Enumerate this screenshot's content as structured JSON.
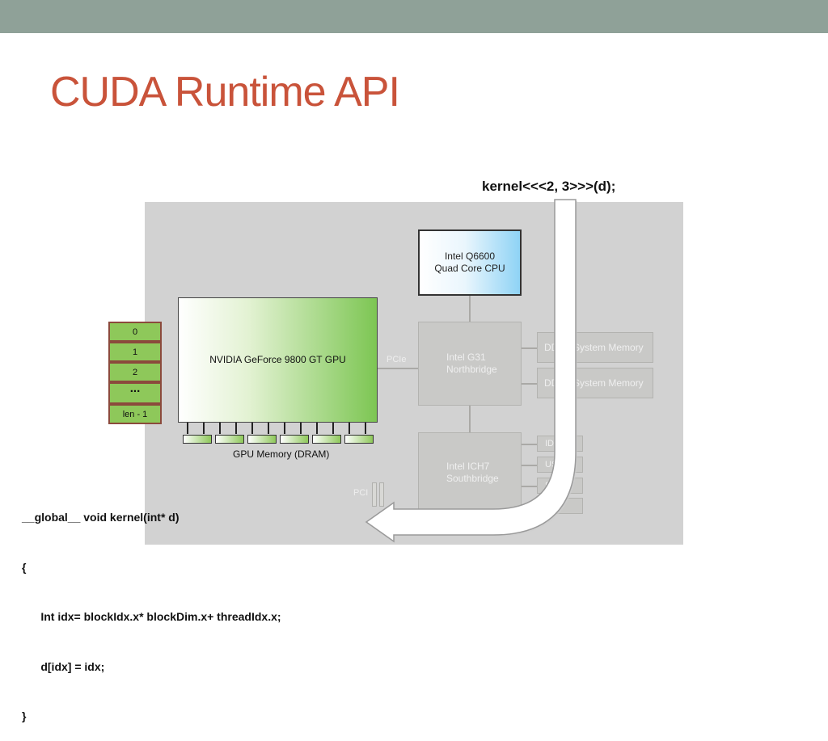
{
  "slide": {
    "title": "CUDA Runtime API",
    "kernel_call": "kernel<<<2, 3>>>(d);"
  },
  "diagram": {
    "cpu": {
      "line1": "Intel Q6600",
      "line2": "Quad Core CPU"
    },
    "gpu": {
      "label": "NVIDIA GeForce 9800 GT GPU"
    },
    "northbridge": {
      "line1": "Intel G31",
      "line2": "Northbridge"
    },
    "southbridge": {
      "line1": "Intel ICH7",
      "line2": "Southbridge"
    },
    "system_memory": [
      "DDR2 System Memory",
      "DDR2 System Memory"
    ],
    "pcie_label": "PCIe",
    "pci_label": "PCI",
    "gpu_memory_label": "GPU Memory (DRAM)",
    "io_ports": [
      "IDE",
      "USB",
      "SATA",
      "LAN"
    ],
    "array_cells": [
      "0",
      "1",
      "2",
      "...",
      "len - 1"
    ]
  },
  "code": {
    "lines": [
      "__global__ void kernel(int* d)",
      "{",
      "      Int idx= blockIdx.x* blockDim.x+ threadIdx.x;",
      "      d[idx] = idx;",
      "}"
    ]
  },
  "colors": {
    "topbar": "#8fa198",
    "title": "#c9533a",
    "gpu_green": "#7dc653",
    "cpu_blue": "#8fd3f5",
    "array_border": "#8b4a3c"
  }
}
